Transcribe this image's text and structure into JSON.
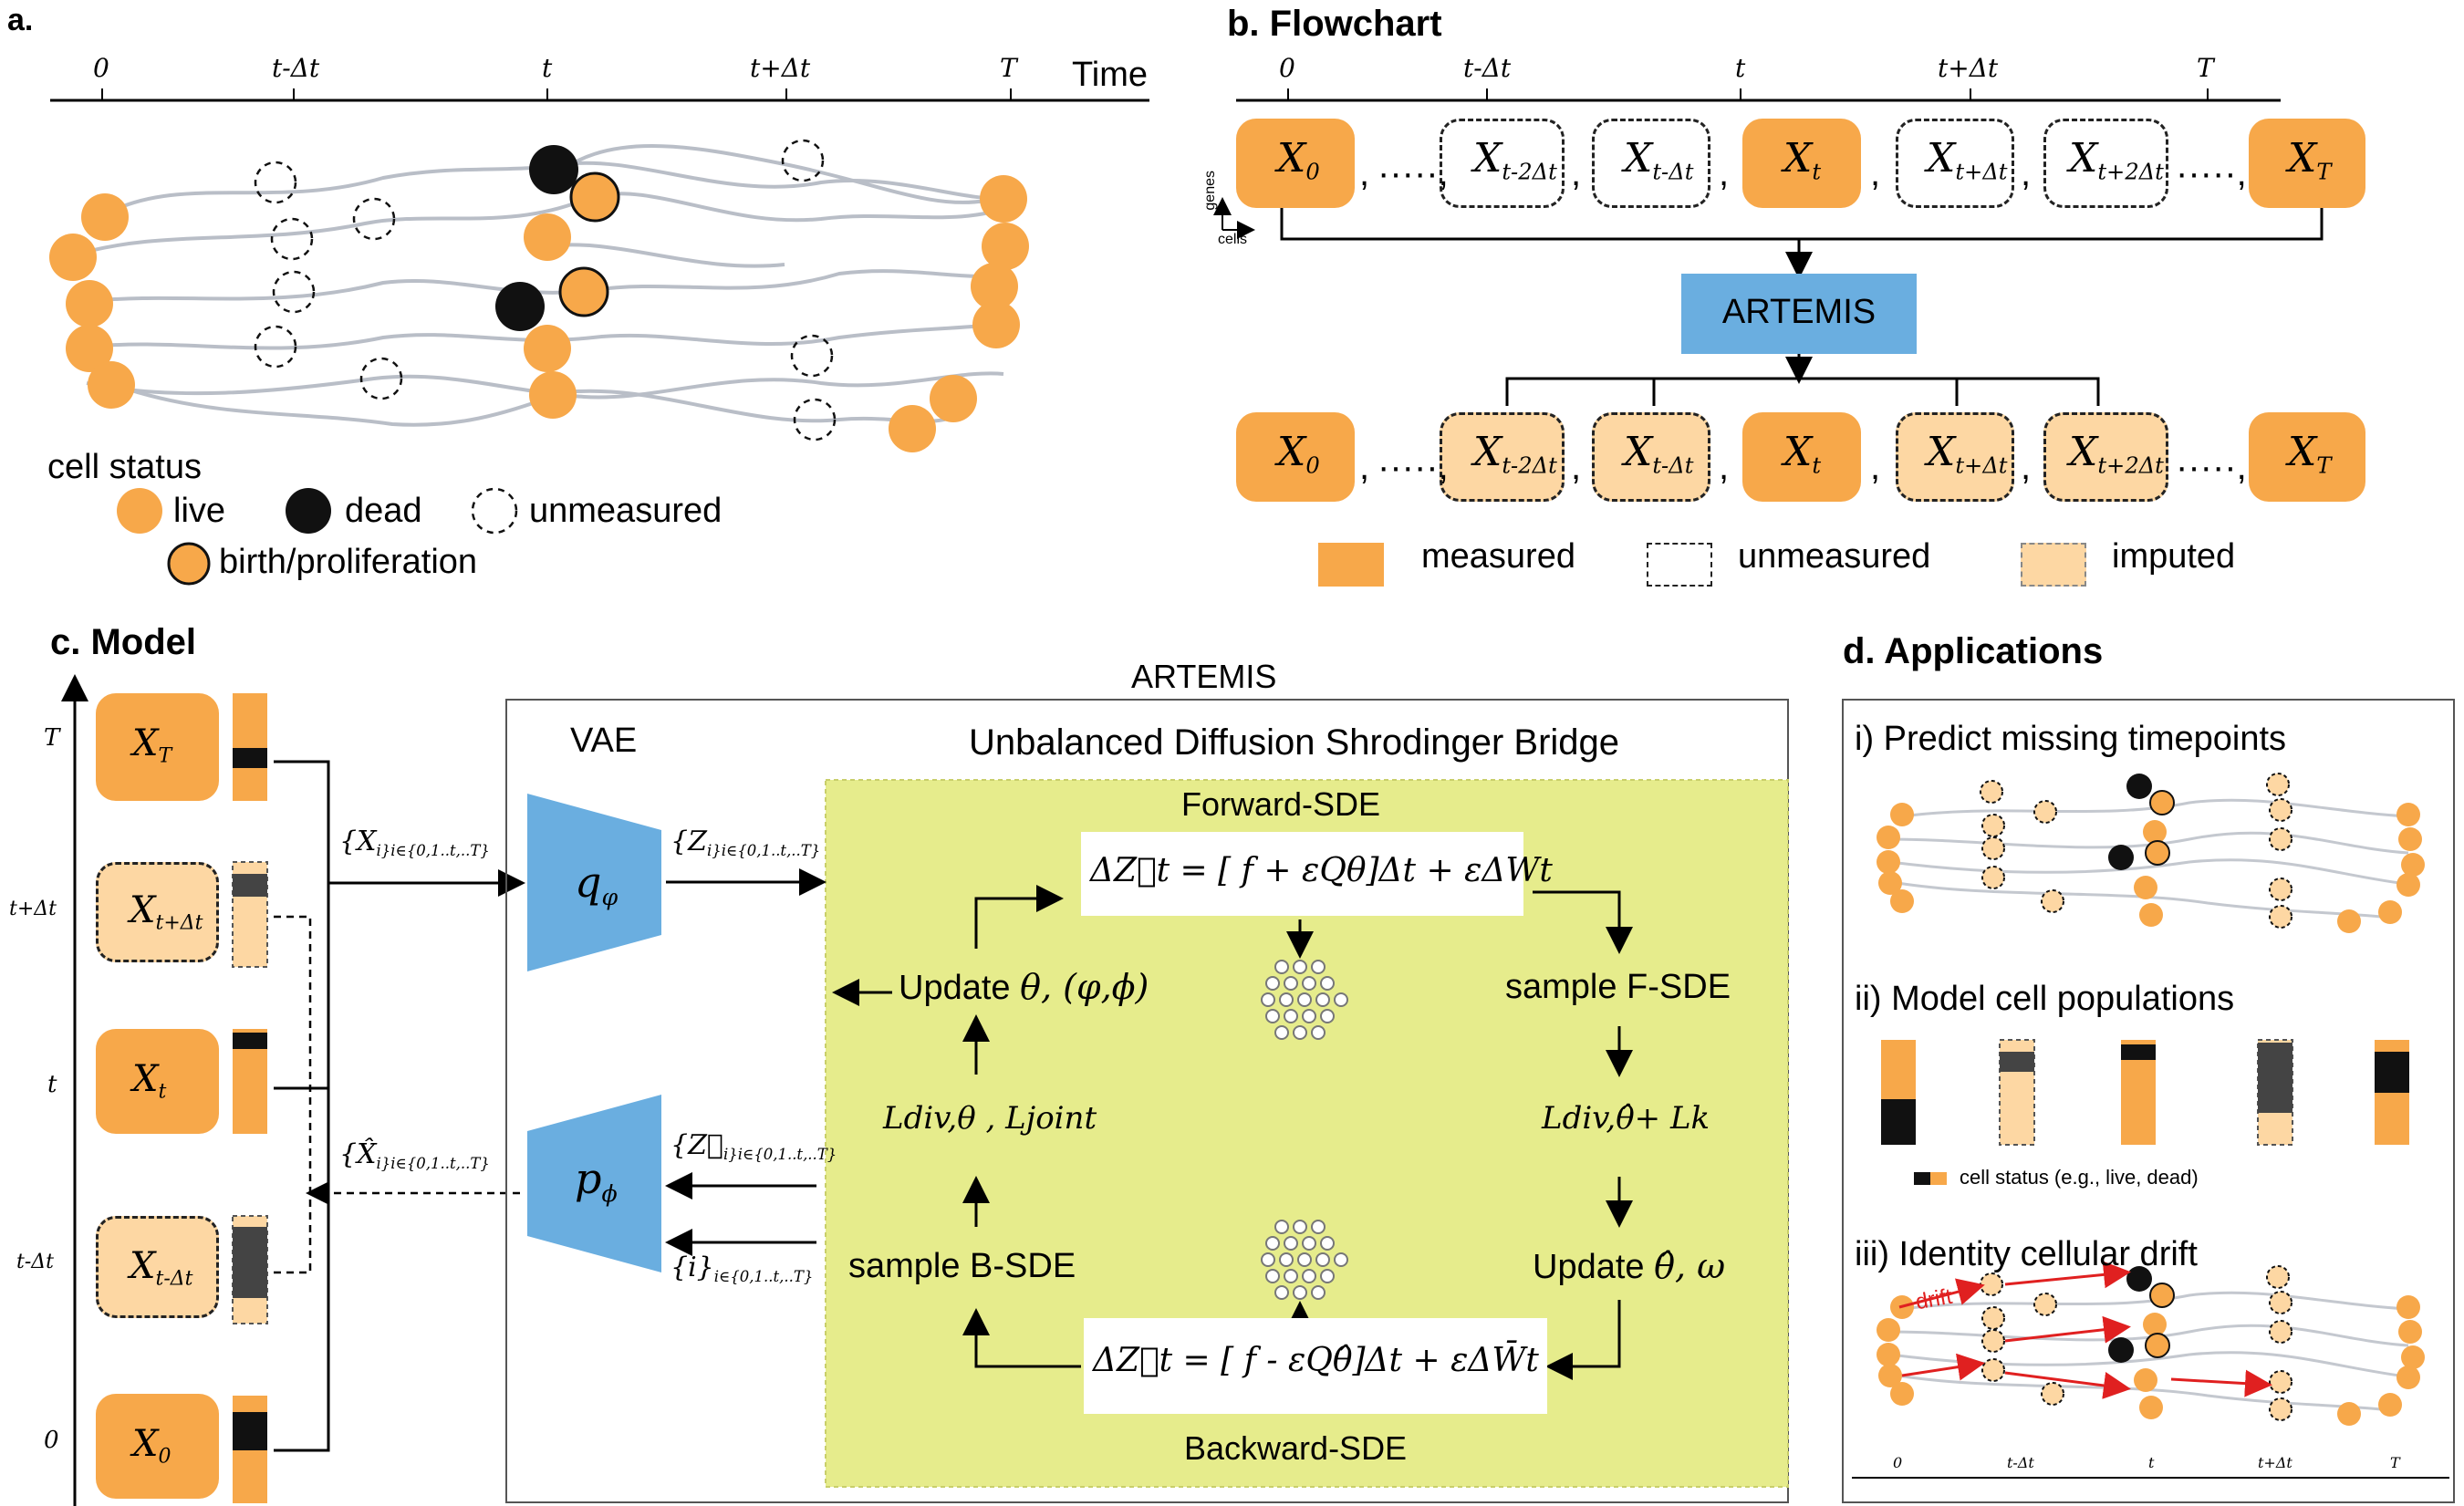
{
  "panel_a": {
    "title": "a.",
    "axis_label": "Time",
    "ticks": [
      "0",
      "t-Δt",
      "t",
      "t+Δt",
      "T"
    ],
    "legend_title": "cell status",
    "legend": {
      "live": "live",
      "dead": "dead",
      "unmeasured": "unmeasured",
      "birth": "birth/proliferation"
    }
  },
  "panel_b": {
    "title": "b. Flowchart",
    "ticks": [
      "0",
      "t-Δt",
      "t",
      "t+Δt",
      "T"
    ],
    "axis_genes": "genes",
    "axis_cells": "cells",
    "method": "ARTEMIS",
    "top_row": [
      {
        "base": "X",
        "sub": "0",
        "status": "measured"
      },
      {
        "base": "X",
        "sub": "t-2Δt",
        "status": "unmeasured"
      },
      {
        "base": "X",
        "sub": "t-Δt",
        "status": "unmeasured"
      },
      {
        "base": "X",
        "sub": "t",
        "status": "measured"
      },
      {
        "base": "X",
        "sub": "t+Δt",
        "status": "unmeasured"
      },
      {
        "base": "X",
        "sub": "t+2Δt",
        "status": "unmeasured"
      },
      {
        "base": "X",
        "sub": "T",
        "status": "measured"
      }
    ],
    "bottom_row": [
      {
        "base": "X",
        "sub": "0",
        "status": "measured"
      },
      {
        "base": "X",
        "sub": "t-2Δt",
        "status": "imputed"
      },
      {
        "base": "X",
        "sub": "t-Δt",
        "status": "imputed"
      },
      {
        "base": "X",
        "sub": "t",
        "status": "measured"
      },
      {
        "base": "X",
        "sub": "t+Δt",
        "status": "imputed"
      },
      {
        "base": "X",
        "sub": "t+2Δt",
        "status": "imputed"
      },
      {
        "base": "X",
        "sub": "T",
        "status": "measured"
      }
    ],
    "separators": [
      ",",
      "·····,",
      ",",
      ",",
      ",",
      ",",
      "·····,"
    ],
    "legend": {
      "measured": "measured",
      "unmeasured": "unmeasured",
      "imputed": "imputed"
    }
  },
  "panel_c": {
    "title": "c. Model",
    "artemis_label": "ARTEMIS",
    "vae_label": "VAE",
    "udsb_label": "Unbalanced Diffusion Shrodinger Bridge",
    "forward_label": "Forward-SDE",
    "backward_label": "Backward-SDE",
    "encoder": "q",
    "encoder_sub": "φ",
    "decoder": "p",
    "decoder_sub": "ϕ",
    "axis_ticks": [
      "T",
      "t+Δt",
      "t",
      "t-Δt",
      "0"
    ],
    "input_set": "{X",
    "input_set_sub": "i",
    "input_set_range": "}i∈{0,1..t,..T}",
    "latent_set": "{Z",
    "output_set": "{X̂",
    "latent_back_set": "{Z⃗",
    "index_set": "{i}",
    "index_range": "i∈{0,1..t,..T}",
    "forward_eq": "ΔZ⃗t = [ f + εQθ]Δt + εΔWt",
    "backward_eq": "ΔZ⃖t = [ f - εQθ̂]Δt + εΔW̄t",
    "update_theta": "Update",
    "update_theta_vars": "θ, (φ,ϕ)",
    "loss_left": "Ldiv,θ , Ljoint",
    "loss_right": "Ldiv,θ̂+ Lk",
    "sample_f": "sample F-SDE",
    "sample_b": "sample B-SDE",
    "update_hat": "Update",
    "update_hat_vars": "θ̂, ω",
    "inputs": [
      {
        "base": "X",
        "sub": "T",
        "status": "measured"
      },
      {
        "base": "X",
        "sub": "t+Δt",
        "status": "imputed"
      },
      {
        "base": "X",
        "sub": "t",
        "status": "measured"
      },
      {
        "base": "X",
        "sub": "t-Δt",
        "status": "imputed"
      },
      {
        "base": "X",
        "sub": "0",
        "status": "measured"
      }
    ]
  },
  "panel_d": {
    "title": "d. Applications",
    "app1": "i) Predict missing timepoints",
    "app2": "ii) Model cell populations",
    "app2_legend": "cell status (e.g., live, dead)",
    "app3": "iii) Identity cellular drift",
    "drift_label": "drift",
    "ticks": [
      "0",
      "t-Δt",
      "t",
      "t+Δt",
      "T"
    ]
  },
  "colors": {
    "orange": "#f7a84a",
    "light_orange": "#fdd7a3",
    "blue": "#6aaee0",
    "yellow": "#e6ec8c",
    "black": "#1a1a1a",
    "red": "#e02020"
  }
}
